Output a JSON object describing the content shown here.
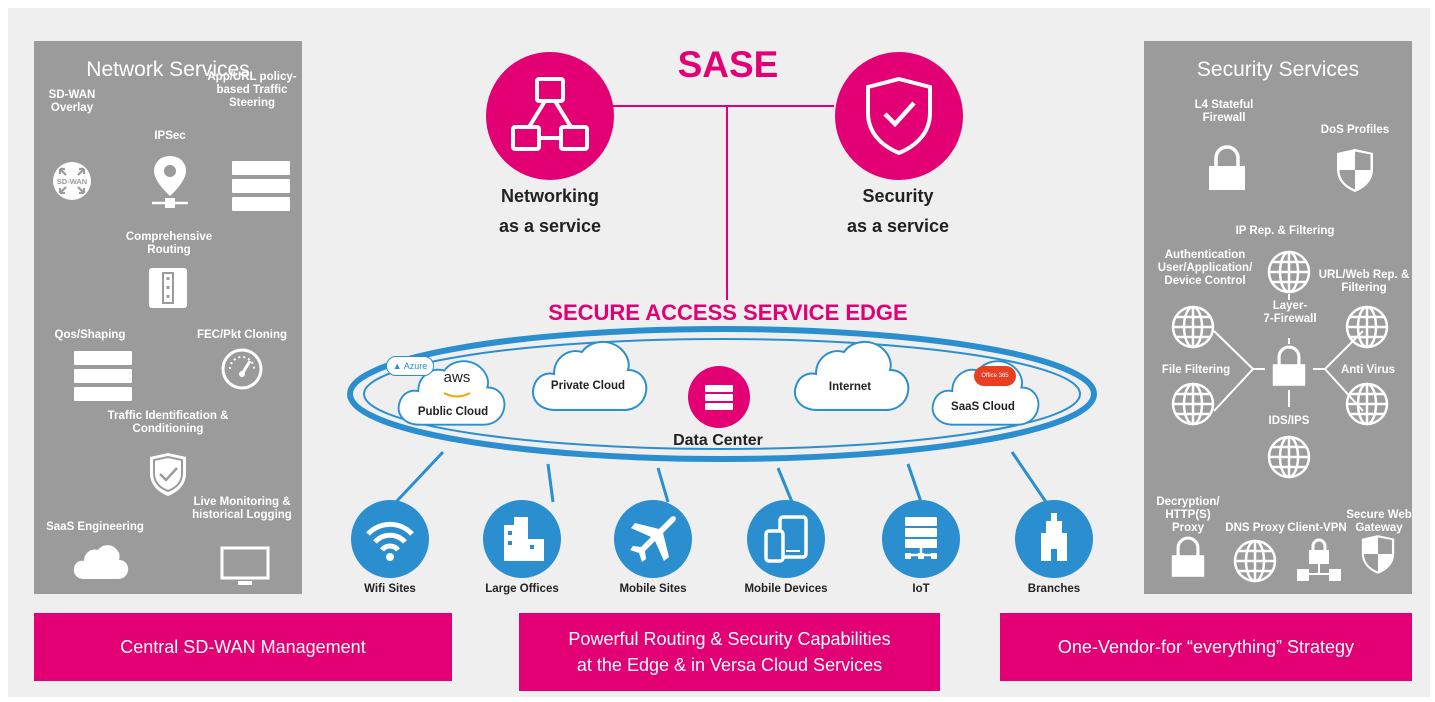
{
  "center": {
    "title": "SASE",
    "networking_line1": "Networking",
    "networking_line2": "as a service",
    "security_line1": "Security",
    "security_line2": "as a service",
    "edge_title": "SECURE ACCESS SERVICE EDGE",
    "clouds": {
      "azure_badge": "Azure",
      "aws_badge": "aws",
      "public": "Public Cloud",
      "private": "Private Cloud",
      "internet": "Internet",
      "saas": "SaaS Cloud",
      "office_badge": "Office 365"
    },
    "datacenter": "Data Center",
    "sites": [
      "Wifi Sites",
      "Large Offices",
      "Mobile Sites",
      "Mobile Devices",
      "IoT",
      "Branches"
    ]
  },
  "network": {
    "title": "Network Services",
    "sdwan": "SD-WAN\nOverlay",
    "sdwan_badge": "SD-WAN",
    "ipsec": "IPSec",
    "appurl": "App/URL policy-\nbased Traffic\nSteering",
    "routing": "Comprehensive\nRouting",
    "qos": "Qos/Shaping",
    "fec": "FEC/Pkt Cloning",
    "traffic": "Traffic Identification &\nConditioning",
    "saaseng": "SaaS Engineering",
    "live": "Live Monitoring &\nhistorical Logging"
  },
  "security": {
    "title": "Security Services",
    "l4": "L4 Stateful\nFirewall",
    "dos": "DoS Profiles",
    "iprep": "IP Rep. & Filtering",
    "auth": "Authentication\nUser/Application/\nDevice Control",
    "urlweb": "URL/Web Rep. &\nFiltering",
    "layer7": "Layer-\n7-Firewall",
    "file": "File Filtering",
    "antivirus": "Anti Virus",
    "idsips": "IDS/IPS",
    "decrypt": "Decryption/\nHTTP(S)\nProxy",
    "dns": "DNS Proxy",
    "clientvpn": "Client-VPN",
    "swg": "Secure Web\nGateway"
  },
  "bars": {
    "left": "Central SD-WAN Management",
    "middle": "Powerful Routing & Security Capabilities\nat the Edge & in Versa Cloud Services",
    "right": "One-Vendor-for “everything” Strategy"
  },
  "colors": {
    "magenta": "#e20074",
    "blue": "#2b8ecf",
    "gray_panel": "#9b9b9b"
  }
}
